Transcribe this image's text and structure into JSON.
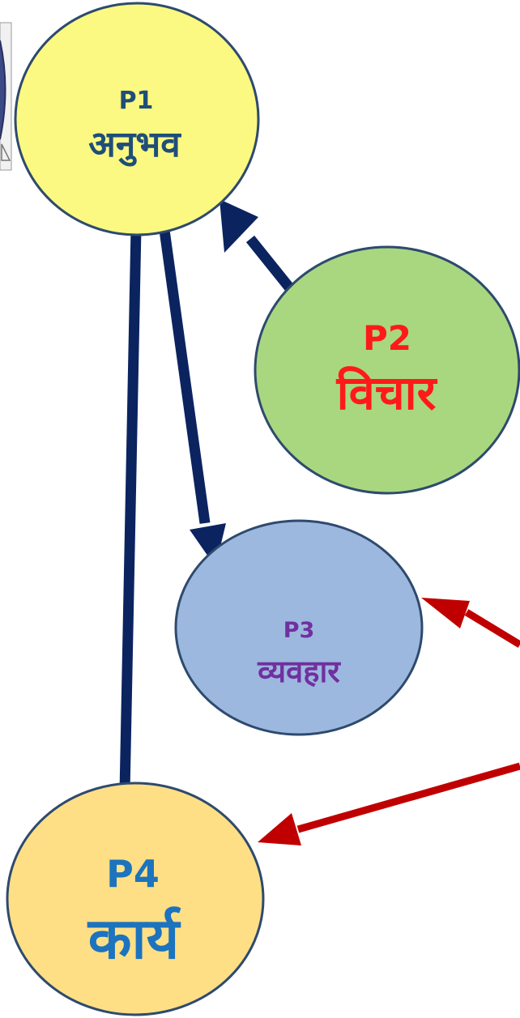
{
  "nodes": {
    "p1": {
      "code": "P1",
      "label": "अनुभव",
      "fill": "#FBF981",
      "text_color": "#1E4E79"
    },
    "p2": {
      "code": "P2",
      "label": "विचार",
      "fill": "#A9D77F",
      "text_color": "#FF1A1A"
    },
    "p3": {
      "code": "P3",
      "label": "व्यवहार",
      "fill": "#9DB8DE",
      "text_color": "#7030A0"
    },
    "p4": {
      "code": "P4",
      "label": "कार्य",
      "fill": "#FFDF86",
      "text_color": "#1C73BE"
    }
  },
  "edges": [
    {
      "from": "P1",
      "to": "P3",
      "color": "#0B2460"
    },
    {
      "from": "P1",
      "to": "P4",
      "color": "#0B2460"
    },
    {
      "from": "P2",
      "to": "P1",
      "color": "#0B2460"
    },
    {
      "from": "offscreen",
      "to": "P2",
      "color": "#C00000"
    },
    {
      "from": "offscreen",
      "to": "P3",
      "color": "#C00000"
    },
    {
      "from": "offscreen",
      "to": "P4",
      "color": "#C00000"
    }
  ],
  "colors": {
    "node_stroke": "#2E4A6E",
    "dark_arrow": "#0B2460",
    "red_arrow": "#C00000"
  }
}
